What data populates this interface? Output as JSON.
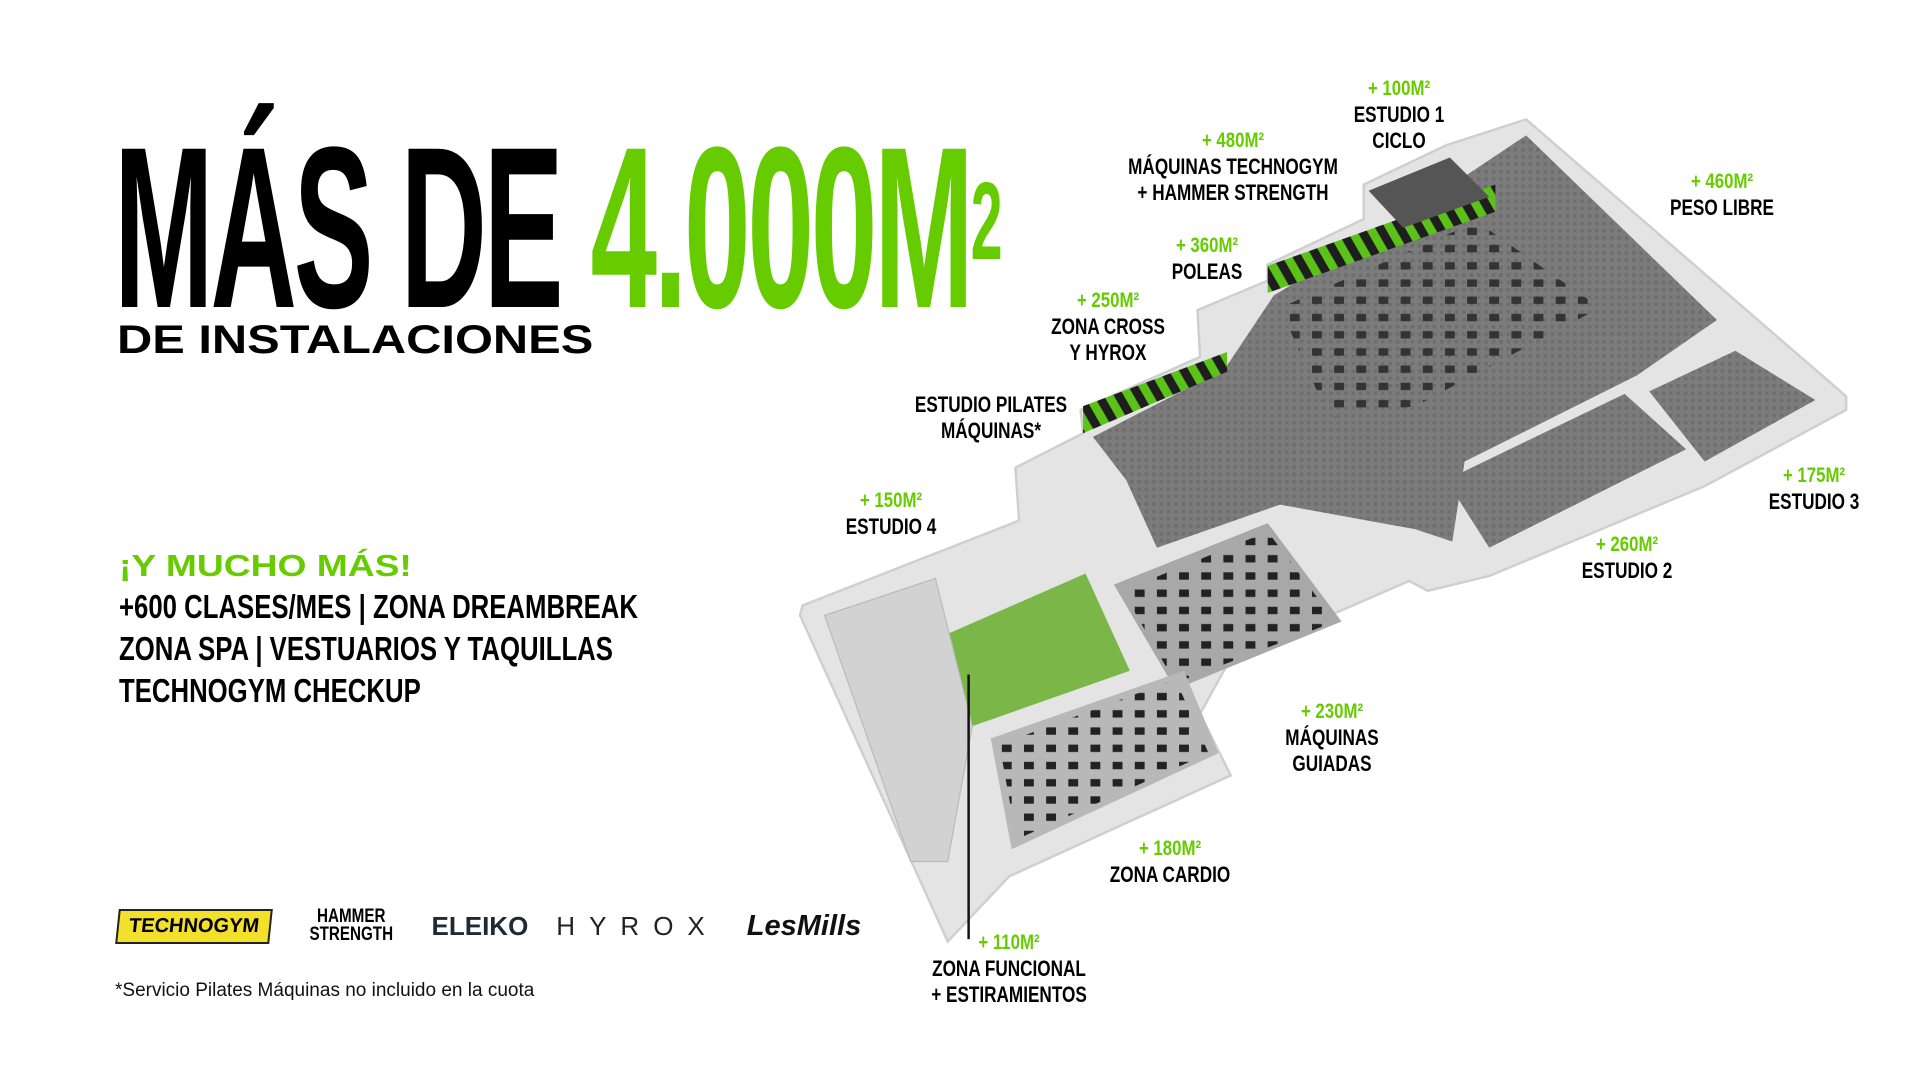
{
  "headline": {
    "prefix": "MÁS DE",
    "value": "4.000M",
    "superscript": "2",
    "subtitle": "DE INSTALACIONES"
  },
  "extras": {
    "title": "¡Y MUCHO MÁS!",
    "lines": [
      "+600 CLASES/MES | ZONA DREAMBREAK",
      "ZONA SPA | VESTUARIOS Y TAQUILLAS",
      "TECHNOGYM CHECKUP"
    ]
  },
  "brands": [
    "TECHNOGYM",
    "HAMMER",
    "STRENGTH",
    "ELEIKO",
    "HYROX",
    "LesMills"
  ],
  "footnote": "*Servicio Pilates Máquinas no incluido en la cuota",
  "zones": [
    {
      "area": "+ 100M²",
      "name1": "ESTUDIO 1",
      "name2": "CICLO"
    },
    {
      "area": "+ 480M²",
      "name1": "MÁQUINAS TECHNOGYM",
      "name2": "+ HAMMER STRENGTH"
    },
    {
      "area": "+ 460M²",
      "name1": "PESO LIBRE"
    },
    {
      "area": "+ 360M²",
      "name1": "POLEAS"
    },
    {
      "area": "+ 250M²",
      "name1": "ZONA CROSS",
      "name2": "Y HYROX"
    },
    {
      "name1": "ESTUDIO PILATES",
      "name2": "MÁQUINAS*"
    },
    {
      "area": "+ 150M²",
      "name1": "ESTUDIO 4"
    },
    {
      "area": "+ 175M²",
      "name1": "ESTUDIO 3"
    },
    {
      "area": "+ 260M²",
      "name1": "ESTUDIO 2"
    },
    {
      "area": "+ 230M²",
      "name1": "MÁQUINAS",
      "name2": "GUIADAS"
    },
    {
      "area": "+ 180M²",
      "name1": "ZONA CARDIO"
    },
    {
      "area": "+ 110M²",
      "name1": "ZONA FUNCIONAL",
      "name2": "+ ESTIRAMIENTOS"
    }
  ],
  "colors": {
    "accent": "#66cc00",
    "text": "#000000",
    "floor": "#7a7a7a",
    "wall": "#e6e6e6"
  }
}
